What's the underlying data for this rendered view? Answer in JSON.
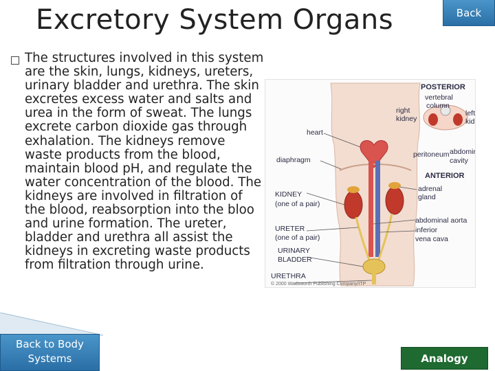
{
  "slide": {
    "title": "Excretory System Organs",
    "back_label": "Back",
    "body": "The structures involved in this system are the skin, lungs, kidneys, ureters, urinary bladder and urethra. The skin excretes excess water and salts and urea in the form of sweat. The lungs excrete carbon dioxide gas through exhalation. The kidneys remove waste products from the blood, maintain blood pH, and regulate the water concentration of the blood. The kidneys are involved in filtration of the blood, reabsorption into the bloo and urine formation. The ureter, bladder and urethra all assist the kidneys in excreting waste products from filtration through urine.",
    "back_to_body_line1": "Back to Body",
    "back_to_body_line2": "Systems",
    "analogy_label": "Analogy"
  },
  "figure": {
    "labels": {
      "posterior": "POSTERIOR",
      "vertebral_column_1": "vertebral",
      "vertebral_column_2": "column",
      "right_kidney_1": "right",
      "right_kidney_2": "kidney",
      "left_kidney_1": "left",
      "left_kidney_2": "kidney",
      "heart": "heart",
      "peritoneum": "peritoneum",
      "abdominal_cavity_1": "abdominal",
      "abdominal_cavity_2": "cavity",
      "diaphragm": "diaphragm",
      "anterior": "ANTERIOR",
      "adrenal_gland_1": "adrenal",
      "adrenal_gland_2": "gland",
      "kidney": "KIDNEY",
      "kidney_pair": "(one of a pair)",
      "ureter": "URETER",
      "ureter_pair": "(one of a pair)",
      "abdominal_aorta": "abdominal aorta",
      "inferior_vena_cava_1": "inferior",
      "inferior_vena_cava_2": "vena cava",
      "urinary_bladder_1": "URINARY",
      "urinary_bladder_2": "BLADDER",
      "urethra": "URETHRA",
      "copyright": "© 2000 Wadsworth Publishing Company/ITP"
    }
  },
  "colors": {
    "button_blue": "#2a6fa6",
    "analogy_green": "#1e6a30",
    "kidney_red": "#c0392b"
  }
}
